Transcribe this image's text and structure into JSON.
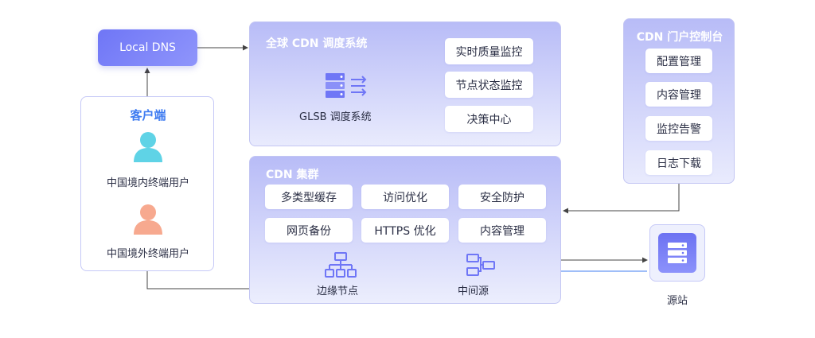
{
  "local_dns": {
    "label": "Local DNS"
  },
  "client": {
    "title": "客户端",
    "users": [
      {
        "label": "中国境内终端用户",
        "icon": "user-icon",
        "color": "#5fd3e6"
      },
      {
        "label": "中国境外终端用户",
        "icon": "user-icon",
        "color": "#f7a98f"
      }
    ]
  },
  "gslb": {
    "title": "全球 CDN 调度系统",
    "system_label": "GLSB 调度系统",
    "items": [
      "实时质量监控",
      "节点状态监控",
      "决策中心"
    ]
  },
  "cdn_cluster": {
    "title": "CDN 集群",
    "items": [
      "多类型缓存",
      "访问优化",
      "安全防护",
      "网页备份",
      "HTTPS 优化",
      "内容管理"
    ],
    "edge_label": "边缘节点",
    "middle_label": "中间源"
  },
  "portal": {
    "title": "CDN 门户控制台",
    "items": [
      "配置管理",
      "内容管理",
      "监控告警",
      "日志下载"
    ]
  },
  "origin": {
    "label": "源站"
  },
  "colors": {
    "accent": "#6f76f6",
    "blue_link": "#3f7cf1",
    "panel_border": "#c3c6f3"
  }
}
